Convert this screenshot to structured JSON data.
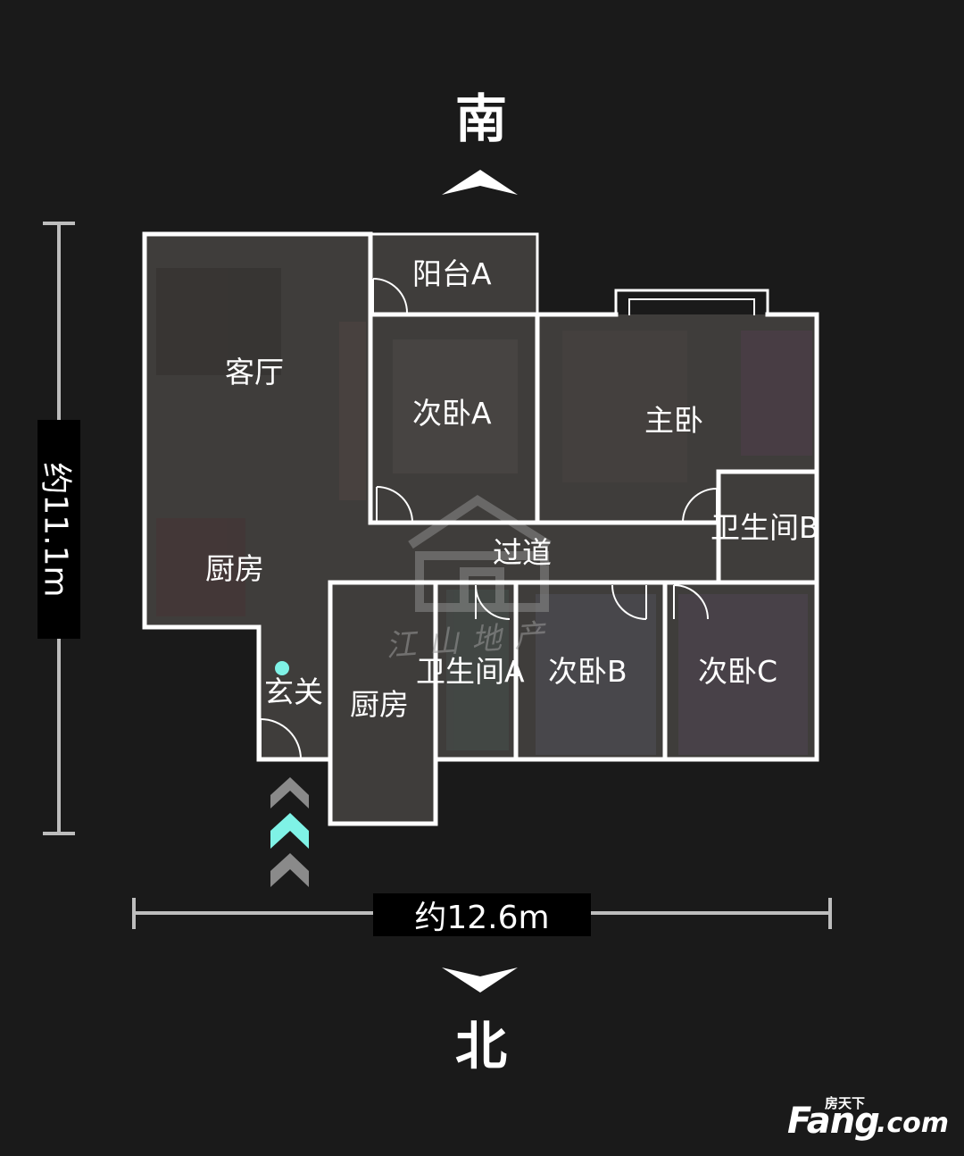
{
  "compass": {
    "south": "南",
    "north": "北"
  },
  "dimensions": {
    "height": "约11.1m",
    "width": "约12.6m"
  },
  "rooms": {
    "balcony_a": "阳台A",
    "living_room": "客厅",
    "bedroom_a": "次卧A",
    "master_bedroom": "主卧",
    "bathroom_b": "卫生间B",
    "corridor": "过道",
    "kitchen_1": "厨房",
    "kitchen_2": "厨房",
    "entrance": "玄关",
    "bathroom_a": "卫生间A",
    "bedroom_b": "次卧B",
    "bedroom_c": "次卧C"
  },
  "watermark": {
    "brand_main": "Fang",
    "brand_suffix": ".com",
    "brand_cn": "房天下",
    "handwritten": "江山地产"
  },
  "colors": {
    "background": "#1a1a1a",
    "walls": "#ffffff",
    "floor": "#3f3d3b",
    "entry_arrow": "#7ff2e6",
    "arrow_gray": "#8a8a8a"
  }
}
